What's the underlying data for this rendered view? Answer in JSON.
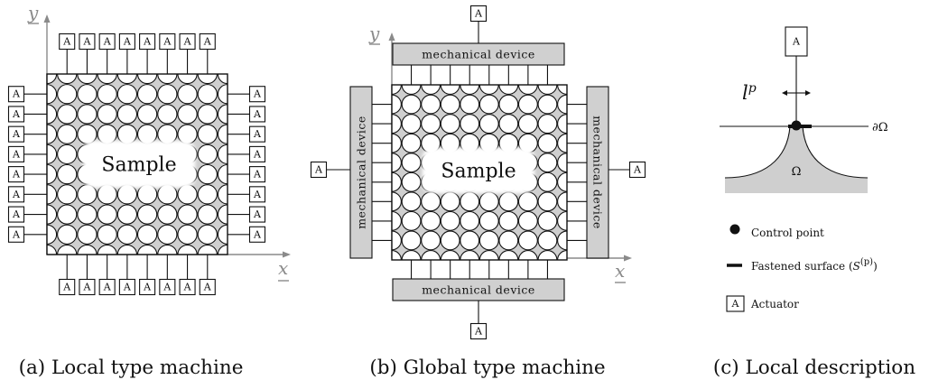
{
  "panel_a": {
    "caption": "(a) Local type machine",
    "sample_label": "Sample",
    "actuator_label": "A",
    "x_axis_label": "x",
    "y_axis_label": "y"
  },
  "panel_b": {
    "caption": "(b) Global type machine",
    "sample_label": "Sample",
    "actuator_label": "A",
    "device_label": "mechanical device",
    "x_axis_label": "x",
    "y_axis_label": "y"
  },
  "panel_c": {
    "caption": "(c) Local description",
    "actuator_label": "A",
    "length_label": "l",
    "length_superscript": "p",
    "boundary_label": "∂Ω",
    "domain_label": "Ω",
    "legend": {
      "control_point": "Control point",
      "fastened_surface": "Fastened surface",
      "fastened_symbol": "S",
      "fastened_superscript": "(p)",
      "actuator": "Actuator"
    }
  },
  "colors": {
    "sample_fill": "#cfcfcf",
    "device_fill": "#d0d0d0",
    "axis_color": "#8a8a8a",
    "stroke": "#111111"
  }
}
